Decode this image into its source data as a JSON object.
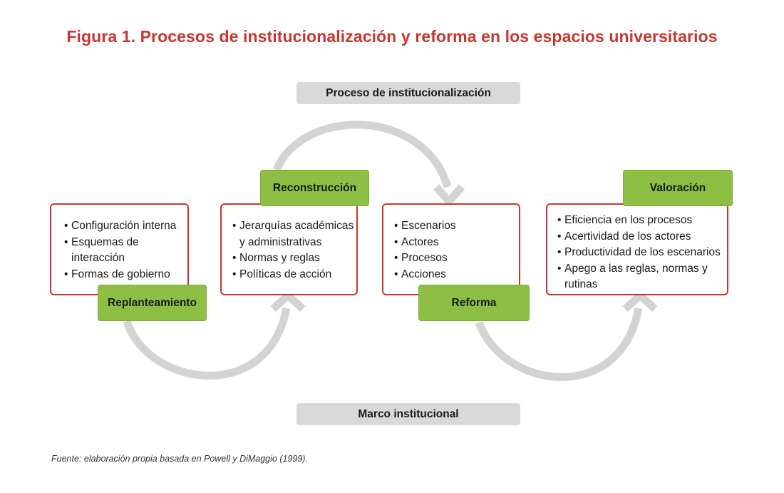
{
  "title": "Figura 1. Procesos de institucionalización y reforma en los espacios universitarios",
  "top_bar": "Proceso de institucionalización",
  "bottom_bar": "Marco institucional",
  "stages": [
    {
      "label": "Replanteamiento",
      "items": [
        "Configuración interna",
        "Esquemas de",
        "interacción",
        "Formas de gobierno"
      ]
    },
    {
      "label": "Reconstrucción",
      "items": [
        "Jerarquías académicas",
        "y administrativas",
        "Normas y reglas",
        "Políticas de acción"
      ]
    },
    {
      "label": "Reforma",
      "items": [
        "Escenarios",
        "Actores",
        "Procesos",
        "Acciones"
      ]
    },
    {
      "label": "Valoración",
      "items": [
        "Eficiencia en los procesos",
        "Acertividad de los actores",
        "Productividad de los escenarios",
        "Apego a las reglas, normas y",
        "rutinas"
      ]
    }
  ],
  "source": "Fuente: elaboración propia basada en Powell y DiMaggio (1999).",
  "colors": {
    "title": "#c8372e",
    "box_border": "#c8372e",
    "green_label": "#8dbf44",
    "grey_bar": "#d9d9d9",
    "arrow": "#d3d3d3"
  }
}
